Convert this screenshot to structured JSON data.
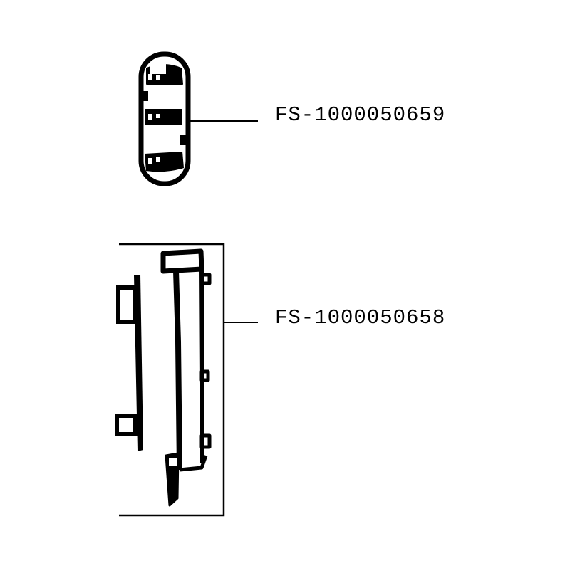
{
  "diagram": {
    "type": "parts-diagram",
    "background": "#ffffff",
    "line_color": "#000000",
    "parts": [
      {
        "id": "part-1",
        "label": "FS-1000050659",
        "description": "rounded oval clip/cap part with three slotted sections"
      },
      {
        "id": "part-2",
        "label": "FS-1000050658",
        "description": "long rail/strip pair with tabs, enclosed in bracket"
      }
    ]
  }
}
